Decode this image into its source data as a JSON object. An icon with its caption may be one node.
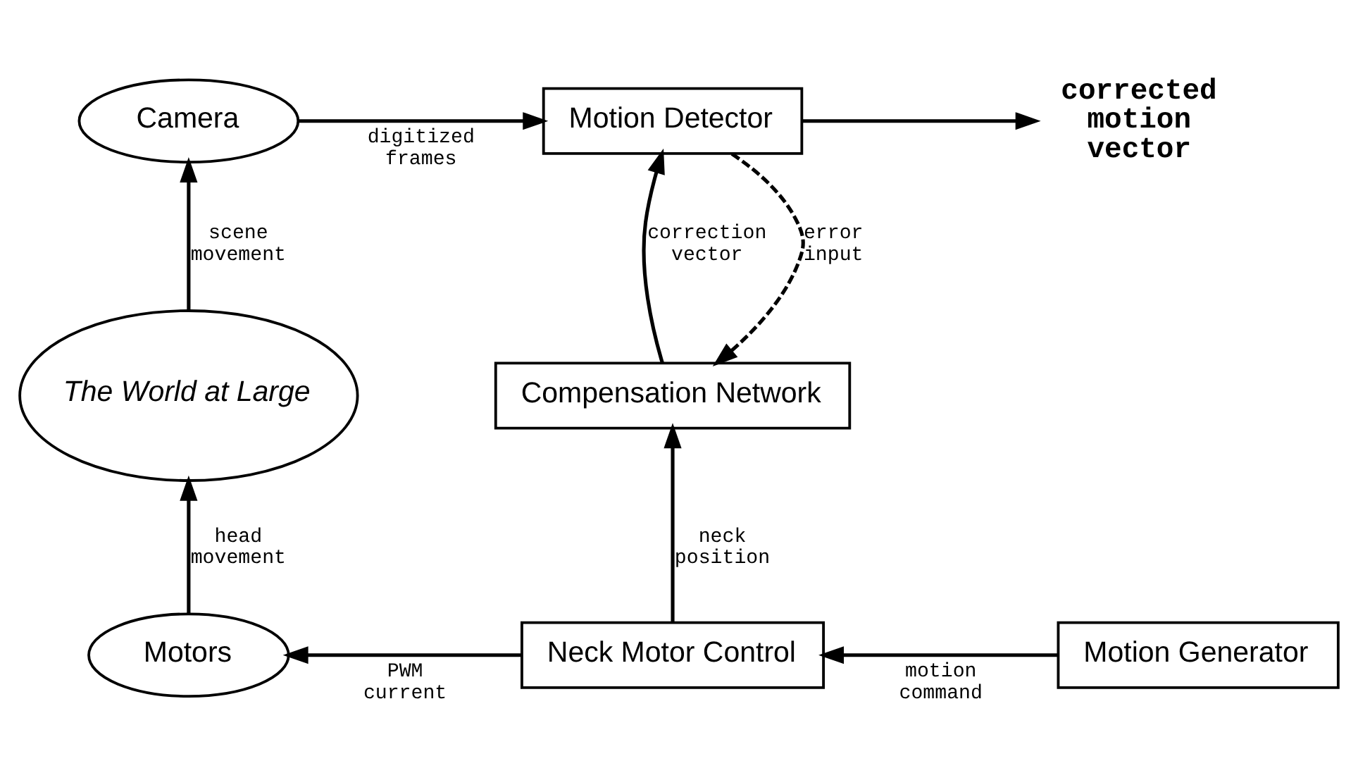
{
  "diagram": {
    "nodes": [
      {
        "text": [
          "Camera"
        ]
      },
      {
        "text": [
          "Motion Detector"
        ]
      },
      {
        "text": [
          "corrected motion vector"
        ]
      },
      {
        "text": [
          "The World at Large"
        ]
      },
      {
        "text": [
          "Compensation Network"
        ]
      },
      {
        "text": [
          "Motors"
        ]
      },
      {
        "text": [
          "Neck Motor Control"
        ]
      },
      {
        "text": [
          "Motion Generator"
        ]
      }
    ],
    "edges": [
      {
        "from": 0,
        "to": 1,
        "arrow": "to",
        "label": "digitized frames"
      },
      {
        "from": 1,
        "to": 2,
        "arrow": "to"
      },
      {
        "from": 1,
        "to": 4,
        "arrow": "to",
        "label": "error input",
        "style": "dashed"
      },
      {
        "from": 4,
        "to": 1,
        "arrow": "to",
        "label": "correction vector"
      },
      {
        "from": 3,
        "to": 0,
        "arrow": "to",
        "label": "scene movement"
      },
      {
        "from": 5,
        "to": 3,
        "arrow": "to",
        "label": "head movement"
      },
      {
        "from": 6,
        "to": 5,
        "arrow": "to",
        "label": "PWM current"
      },
      {
        "from": 7,
        "to": 6,
        "arrow": "to",
        "label": "motion command"
      },
      {
        "from": 6,
        "to": 4,
        "arrow": "to",
        "label": "neck position"
      }
    ]
  }
}
